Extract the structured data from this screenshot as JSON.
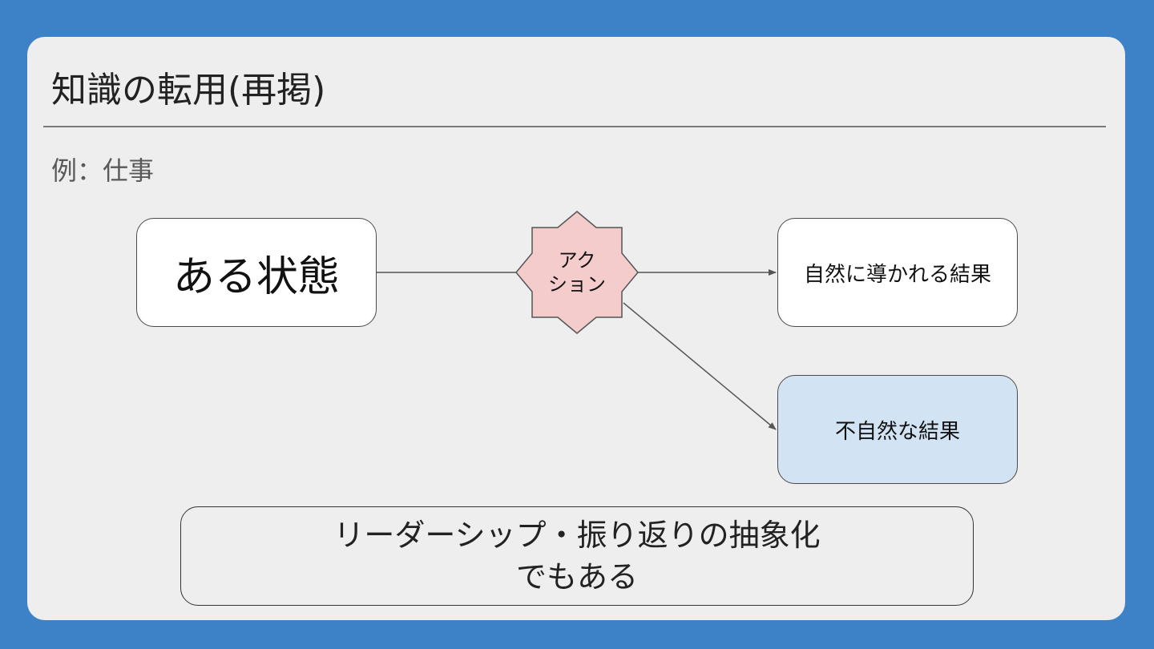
{
  "slide": {
    "title": "知識の転用(再掲)",
    "subtitle": "例：仕事"
  },
  "diagram": {
    "state_label": "ある状態",
    "action_label_line1": "アク",
    "action_label_line2": "ション",
    "natural_result_label": "自然に導かれる結果",
    "unnatural_result_label": "不自然な結果"
  },
  "note": {
    "line1": "リーダーシップ・振り返りの抽象化",
    "line2": "でもある"
  },
  "colors": {
    "background": "#3d82c6",
    "card": "#eeeeee",
    "action_star": "#f4cccc",
    "unnatural_box": "#d2e3f3"
  }
}
